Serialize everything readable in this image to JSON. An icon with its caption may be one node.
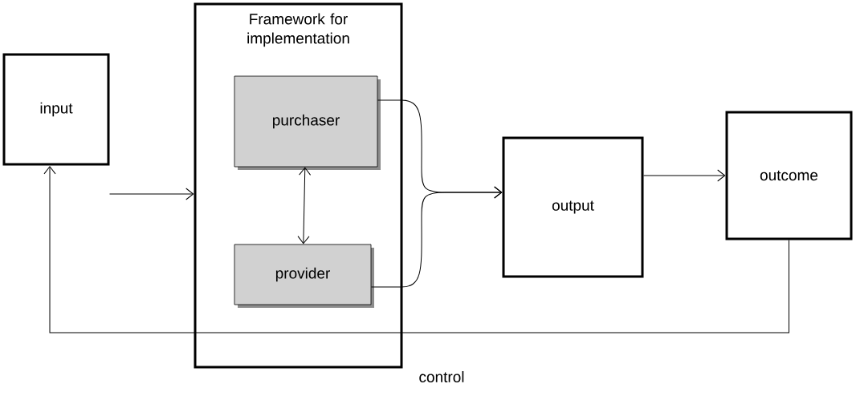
{
  "diagram": {
    "nodes": [
      {
        "text": [
          "input"
        ]
      },
      {
        "text": [
          "Framework for implementation"
        ]
      },
      {
        "text": [
          "purchaser"
        ],
        "in": 1
      },
      {
        "text": [
          "provider"
        ],
        "in": 1
      },
      {
        "text": [
          "output"
        ]
      },
      {
        "text": [
          "outcome"
        ]
      }
    ],
    "edges": [
      {
        "from": 0,
        "to": 1,
        "arrow": "to"
      },
      {
        "from": 2,
        "to": 3,
        "arrow": "both"
      },
      {
        "from": 2,
        "to": 4,
        "arrow": "to"
      },
      {
        "from": 3,
        "to": 4,
        "arrow": "to"
      },
      {
        "from": 4,
        "to": 5,
        "arrow": "to"
      },
      {
        "from": 5,
        "to": 0,
        "arrow": "to",
        "label": "control"
      }
    ]
  }
}
